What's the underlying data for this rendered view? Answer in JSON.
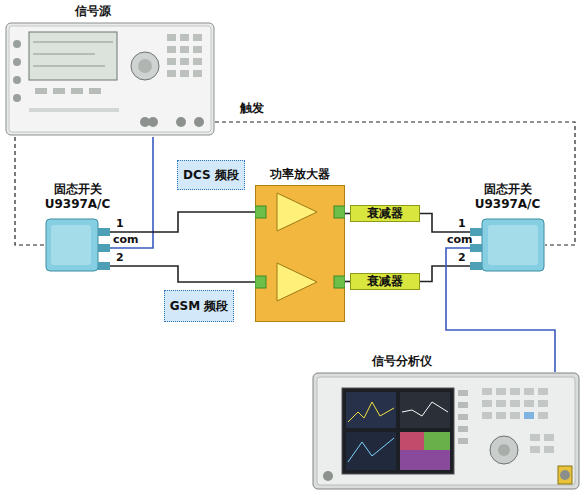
{
  "diagram": {
    "nodes": [
      {
        "text": [
          "信号源"
        ]
      },
      {
        "text": [
          "固态开关 U9397A/C"
        ]
      },
      {
        "text": [
          "DCS 频段"
        ]
      },
      {
        "text": [
          "功率放大器"
        ]
      },
      {
        "text": [
          "GSM 频段"
        ]
      },
      {
        "text": [
          "衰减器"
        ]
      },
      {
        "text": [
          "衰减器"
        ]
      },
      {
        "text": [
          "固态开关 U9397A/C"
        ]
      },
      {
        "text": [
          "信号分析仪"
        ]
      }
    ],
    "edges": [
      {
        "from": 0,
        "to": 1,
        "arrow": "none"
      },
      {
        "from": 0,
        "to": 7,
        "label": "触发",
        "arrow": "none"
      },
      {
        "from": 0,
        "to": 1,
        "arrow": "none"
      },
      {
        "from": 1,
        "to": 3,
        "arrow": "none"
      },
      {
        "from": 1,
        "to": 3,
        "arrow": "none"
      },
      {
        "from": 3,
        "to": 5,
        "arrow": "none"
      },
      {
        "from": 3,
        "to": 6,
        "arrow": "none"
      },
      {
        "from": 5,
        "to": 7,
        "arrow": "none"
      },
      {
        "from": 6,
        "to": 7,
        "arrow": "none"
      },
      {
        "from": 7,
        "to": 8,
        "arrow": "none"
      }
    ],
    "labels": [
      "1",
      "com",
      "2",
      "1",
      "com",
      "2"
    ]
  }
}
